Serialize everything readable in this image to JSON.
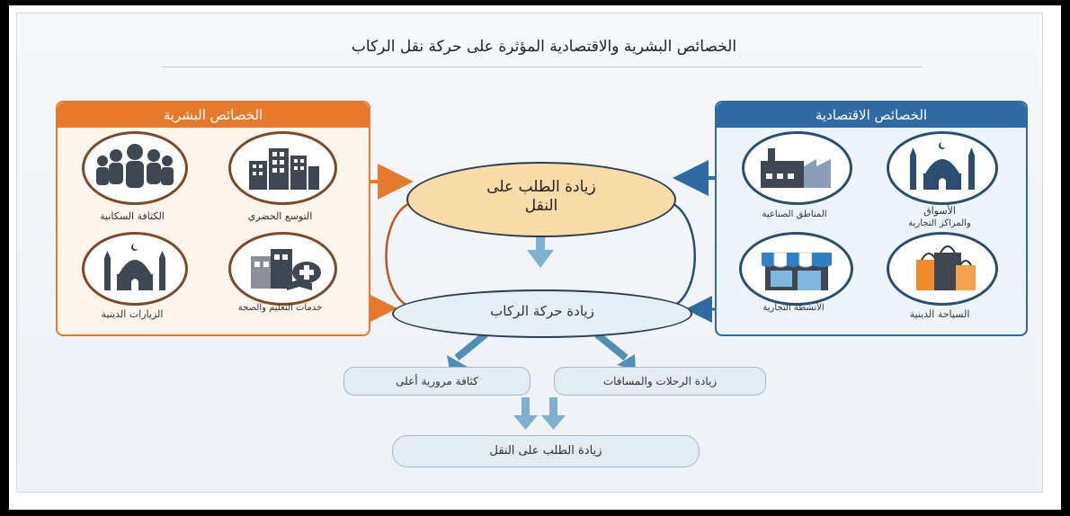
{
  "title": "الخصائص البشرية والاقتصادية المؤثرة على حركة نقل الركاب",
  "left_panel": {
    "header": "الخصائص البشرية",
    "items": [
      {
        "label": "التوسع الحضري",
        "icon": "city-buildings-icon"
      },
      {
        "label": "الكثافة السكانية",
        "icon": "crowd-icon"
      },
      {
        "label": "خدمات التعليم والصحة",
        "icon": "school-hospital-icon"
      },
      {
        "label": "الزيارات الدينية",
        "icon": "mosque-icon"
      }
    ]
  },
  "right_panel": {
    "header": "الخصائص الاقتصادية",
    "items": [
      {
        "label_line1": "الأسواق",
        "label_line2": "والمراكز التجارية",
        "icon": "mosque-market-icon"
      },
      {
        "label": "المناطق الصناعية",
        "icon": "factory-icon"
      },
      {
        "label": "السياحة الدينية",
        "icon": "shopping-bags-icon"
      },
      {
        "label": "الأنشطة التجارية",
        "icon": "storefront-icon"
      }
    ]
  },
  "center": {
    "demand_line1": "زيادة الطلب على",
    "demand_line2": "النقل",
    "traffic": "زيادة حركة الركاب"
  },
  "outcomes": {
    "density": "كثافة مرورية أعلى",
    "trips": "زيادة الرحلات والمسافات"
  },
  "final": "زيادة الطلب على النقل",
  "colors": {
    "orange": "#e6792c",
    "blue": "#2f6aa3",
    "arrow_light": "#7fb0cf"
  }
}
